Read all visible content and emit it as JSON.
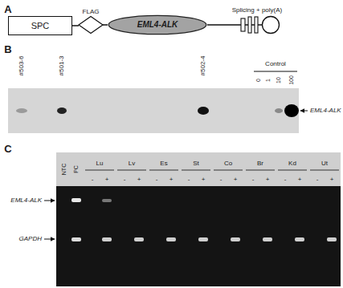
{
  "diagram": {
    "nodes": [
      {
        "text": [
          "SPC"
        ]
      },
      {
        "text": [
          "FLAG"
        ]
      },
      {
        "text": [
          "EML4-ALK"
        ]
      },
      {
        "text": [
          "Splicing + poly(A)"
        ]
      }
    ],
    "edges": [
      {
        "from": 0,
        "to": 1,
        "arrow": "none"
      },
      {
        "from": 1,
        "to": 2,
        "arrow": "none"
      },
      {
        "from": 2,
        "to": 3,
        "arrow": "none"
      }
    ],
    "labels": [
      "A",
      "B",
      "#503-6",
      "#501-3",
      "#502-4",
      "Control",
      "0",
      "1",
      "10",
      "100",
      "EML4-ALK",
      "C",
      "NTC",
      "PC",
      "Lu",
      "Lv",
      "Es",
      "St",
      "Co",
      "Br",
      "Kd",
      "Ut",
      "-",
      "+",
      "-",
      "+",
      "-",
      "+",
      "-",
      "+",
      "-",
      "+",
      "-",
      "+",
      "-",
      "+",
      "-",
      "+",
      "EML4-ALK",
      "GAPDH"
    ]
  }
}
